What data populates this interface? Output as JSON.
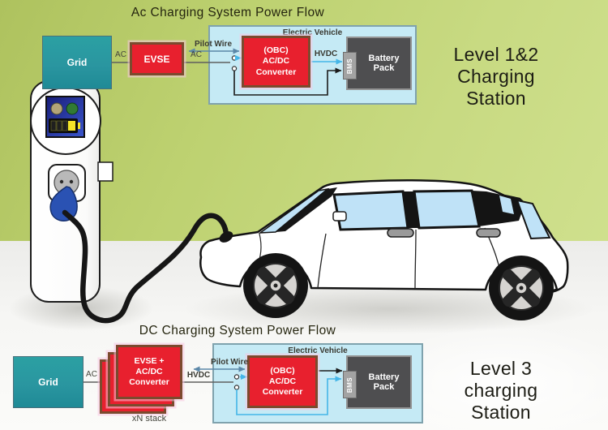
{
  "ac_system": {
    "title": "Ac Charging System Power Flow",
    "station_label_line1": "Level 1&2",
    "station_label_line2": "Charging Station",
    "grid": "Grid",
    "ac_grid_evse": "AC",
    "evse": "EVSE",
    "ac_evse_ev": "AC",
    "pilot_wire": "Pilot Wire",
    "electric_vehicle": "Electric Vehicle",
    "obc_line1": "(OBC)",
    "obc_line2": "AC/DC Converter",
    "hvdc": "HVDC",
    "bms": "BMS",
    "battery_pack": "Battery Pack"
  },
  "dc_system": {
    "title": "DC Charging System Power Flow",
    "station_label_line1": "Level 3",
    "station_label_line2": "charging Station",
    "grid": "Grid",
    "ac_grid_stack": "AC",
    "stack_line1": "EVSE +",
    "stack_line2": "AC/DC Converter",
    "stack_note": "xN stack",
    "hvdc": "HVDC",
    "pilot_wire": "Pilot Wire",
    "electric_vehicle": "Electric Vehicle",
    "obc_line1": "(OBC)",
    "obc_line2": "AC/DC Converter",
    "bms": "BMS",
    "battery_pack": "Battery Pack"
  },
  "colors": {
    "background_green": "#c2d578",
    "converter_red": "#e8202e",
    "grid_teal": "#2a96a0",
    "ev_box_blue": "#c5eaf5",
    "battery_gray": "#4e4e50",
    "arrow_blue": "#45b6e8",
    "pilot_wire_blue": "#5b87a8",
    "plug_blue": "#2a52b3"
  }
}
